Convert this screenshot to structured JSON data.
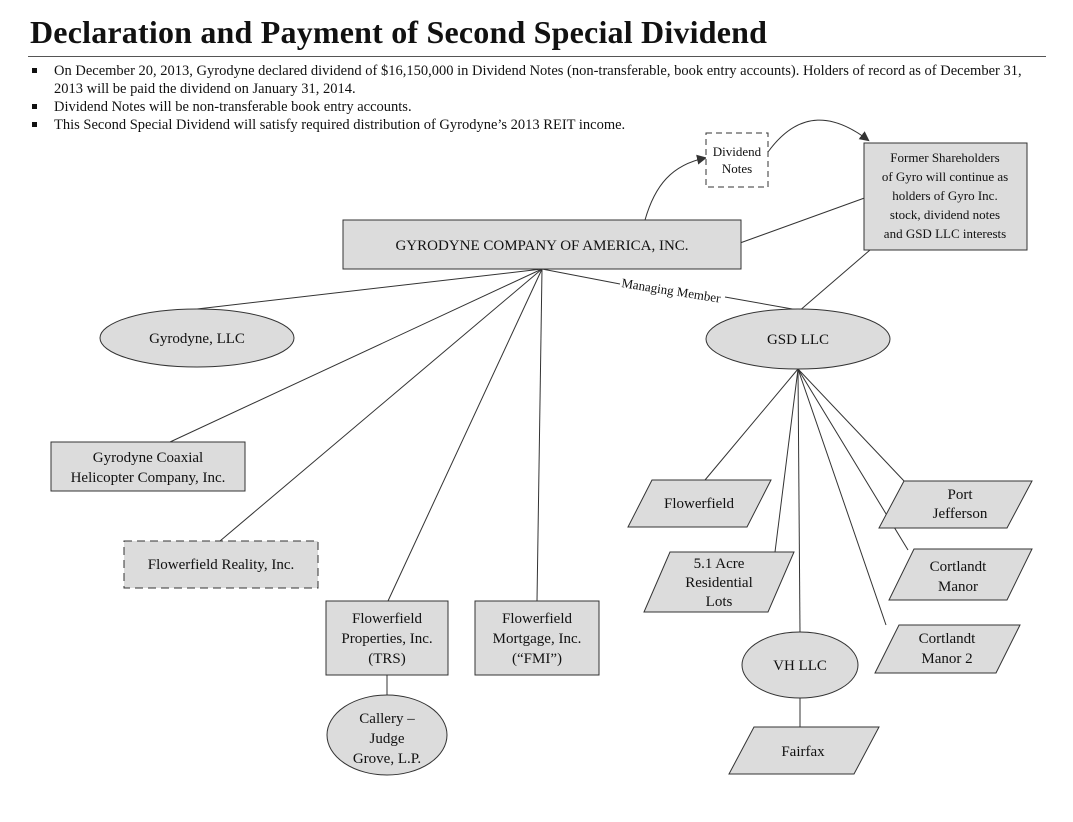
{
  "title": "Declaration and Payment of Second Special Dividend",
  "bullets": [
    "On December 20, 2013, Gyrodyne declared dividend of $16,150,000 in Dividend Notes (non-transferable, book entry accounts).  Holders of record as of December 31, 2013 will be paid the dividend on January 31, 2014.",
    "Dividend Notes will be non-transferable book entry accounts.",
    "This Second Special Dividend will satisfy required distribution of Gyrodyne’s 2013 REIT income."
  ],
  "nodes": {
    "gyrodyne_america": [
      "GYRODYNE COMPANY OF AMERICA, INC."
    ],
    "dividend_notes": [
      "Dividend",
      "Notes"
    ],
    "former_shareholders": [
      "Former Shareholders",
      "of Gyro will continue as",
      "holders of Gyro Inc.",
      "stock, dividend notes",
      "and GSD LLC interests"
    ],
    "gyrodyne_llc": [
      "Gyrodyne, LLC"
    ],
    "gsd_llc": [
      "GSD LLC"
    ],
    "coaxial": [
      "Gyrodyne Coaxial",
      "Helicopter Company, Inc."
    ],
    "flowerfield_reality": [
      "Flowerfield Reality, Inc."
    ],
    "flowerfield_properties": [
      "Flowerfield",
      "Properties, Inc.",
      "(TRS)"
    ],
    "flowerfield_mortgage": [
      "Flowerfield",
      "Mortgage, Inc.",
      "(“FMI”)"
    ],
    "callery": [
      "Callery –",
      "Judge",
      "Grove, L.P."
    ],
    "flowerfield": [
      "Flowerfield"
    ],
    "acre_lots": [
      "5.1 Acre",
      "Residential",
      "Lots"
    ],
    "vh_llc": [
      "VH LLC"
    ],
    "fairfax": [
      "Fairfax"
    ],
    "port_jefferson": [
      "Port",
      "Jefferson"
    ],
    "cortlandt_manor": [
      "Cortlandt",
      "Manor"
    ],
    "cortlandt_manor_2": [
      "Cortlandt",
      "Manor 2"
    ]
  },
  "edge_labels": {
    "managing_member": "Managing Member"
  }
}
